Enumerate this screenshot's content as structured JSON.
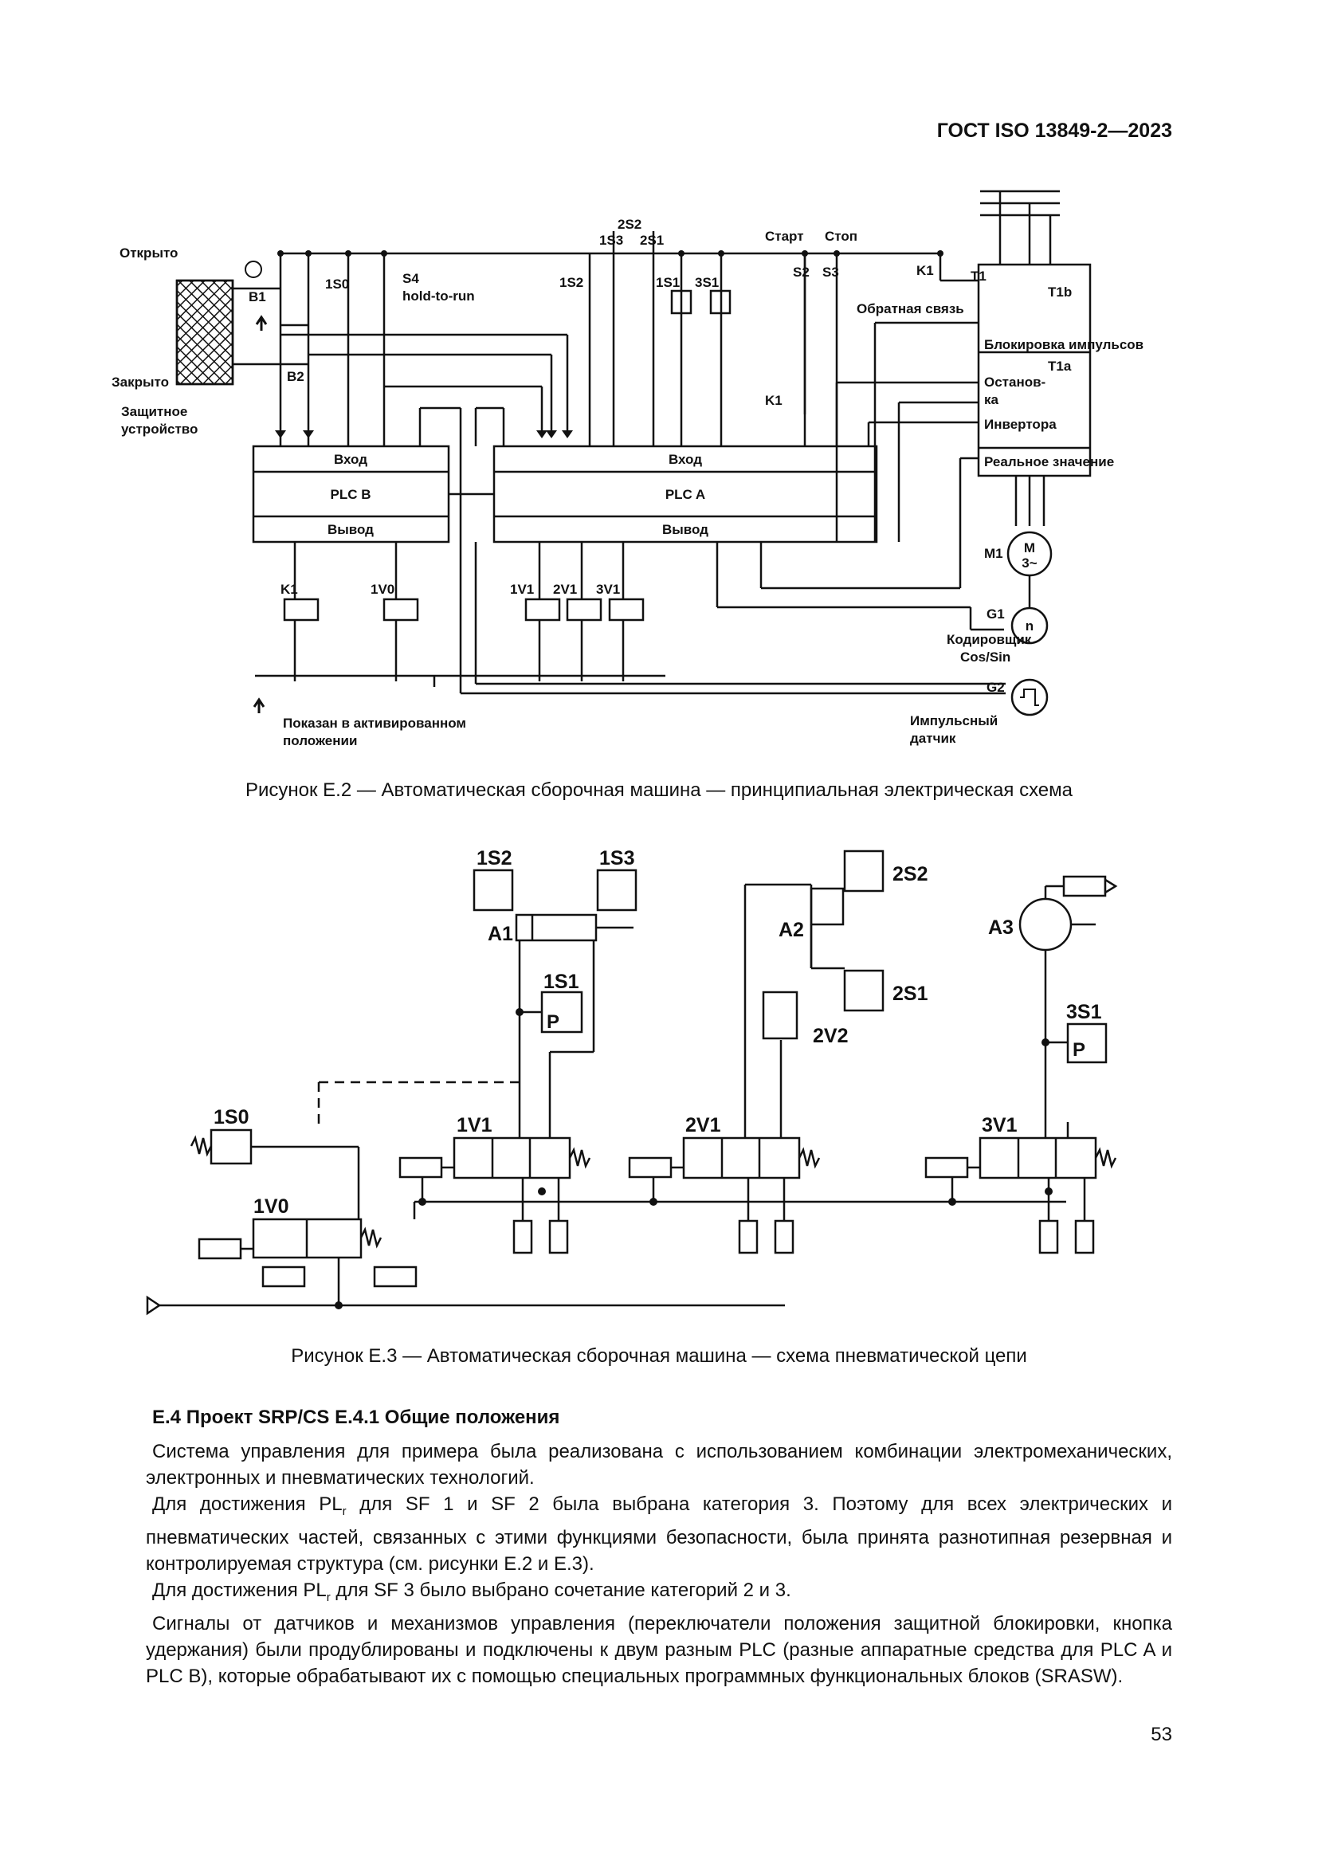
{
  "header": {
    "doc_code": "ГОСТ ISO 13849-2—2023"
  },
  "figure_e2": {
    "caption": "Рисунок Е.2 — Автоматическая сборочная машина — принципиальная электрическая схема",
    "labels": {
      "open": "Открыто",
      "closed": "Закрыто",
      "guard_line1": "Защитное",
      "guard_line2": "устройство",
      "b1": "B1",
      "b2": "B2",
      "s1_0": "1S0",
      "s4": "S4",
      "hold_to_run": "hold-to-run",
      "s2_2": "2S2",
      "s1_3": "1S3",
      "s2_1": "2S1",
      "s1_2": "1S2",
      "s1_1": "1S1",
      "s3_1": "3S1",
      "start": "Старт",
      "stop": "Стоп",
      "s2": "S2",
      "s3": "S3",
      "k1": "K1",
      "t1": "T1",
      "t1b": "T1b",
      "t1a": "T1a",
      "feedback": "Обратная связь",
      "pulse_block": "Блокировка импульсов",
      "stop_line1": "Останов-",
      "stop_line2": "ка",
      "inverter": "Инвертора",
      "actual_value": "Реальное значение",
      "plcb_in": "Вход",
      "plcb": "PLC B",
      "plcb_out": "Вывод",
      "plca_in": "Вход",
      "plca": "PLC A",
      "plca_out": "Вывод",
      "k1_coil": "K1",
      "v1_0": "1V0",
      "v1_1": "1V1",
      "v2_1": "2V1",
      "v3_1": "3V1",
      "m1": "M1",
      "motor_m": "M",
      "motor_3": "3~",
      "g1": "G1",
      "g1_n": "n",
      "encoder_line1": "Кодировщик",
      "encoder_line2": "Cos/Sin",
      "g2": "G2",
      "pulse_line1": "Импульсный",
      "pulse_line2": "датчик",
      "legend_line1": "Показан в активированном",
      "legend_line2": "положении"
    }
  },
  "figure_e3": {
    "caption": "Рисунок Е.3 — Автоматическая сборочная машина — схема пневматической цепи",
    "labels": {
      "s1_2": "1S2",
      "s1_3": "1S3",
      "a1": "A1",
      "s1_1": "1S1",
      "s2_2": "2S2",
      "a2": "A2",
      "s2_1": "2S1",
      "v2_2": "2V2",
      "a3": "A3",
      "s3_1": "3S1",
      "s1_0": "1S0",
      "v1_0": "1V0",
      "v1_1": "1V1",
      "v2_1": "2V1",
      "v3_1": "3V1",
      "p": "P"
    }
  },
  "section": {
    "heading": "Е.4 Проект SRP/CS Е.4.1 Общие положения",
    "p1": "Система управления для примера была реализована с использованием комбинации электромеханических, электронных и пневматических технологий.",
    "p2_a": "Для достижения PL",
    "p2_sub": "r",
    "p2_b": " для SF 1 и SF 2 была выбрана категория 3. Поэтому для всех электрических и пневматических частей, связанных с этими функциями безопасности, была принята разнотипная резервная и контролируемая структура (см. рисунки Е.2 и Е.3).",
    "p3_a": "Для достижения PL",
    "p3_sub": "r",
    "p3_b": " для SF 3 было выбрано сочетание категорий 2 и 3.",
    "p4": "Сигналы от датчиков и механизмов управления (переключатели положения защитной блокировки, кнопка удержания) были продублированы и подключены к двум разным PLC (разные аппаратные средства для PLC A и PLC B), которые обрабатывают их с помощью специальных программных функциональных блоков (SRASW)."
  },
  "footer": {
    "page_number": "53"
  }
}
